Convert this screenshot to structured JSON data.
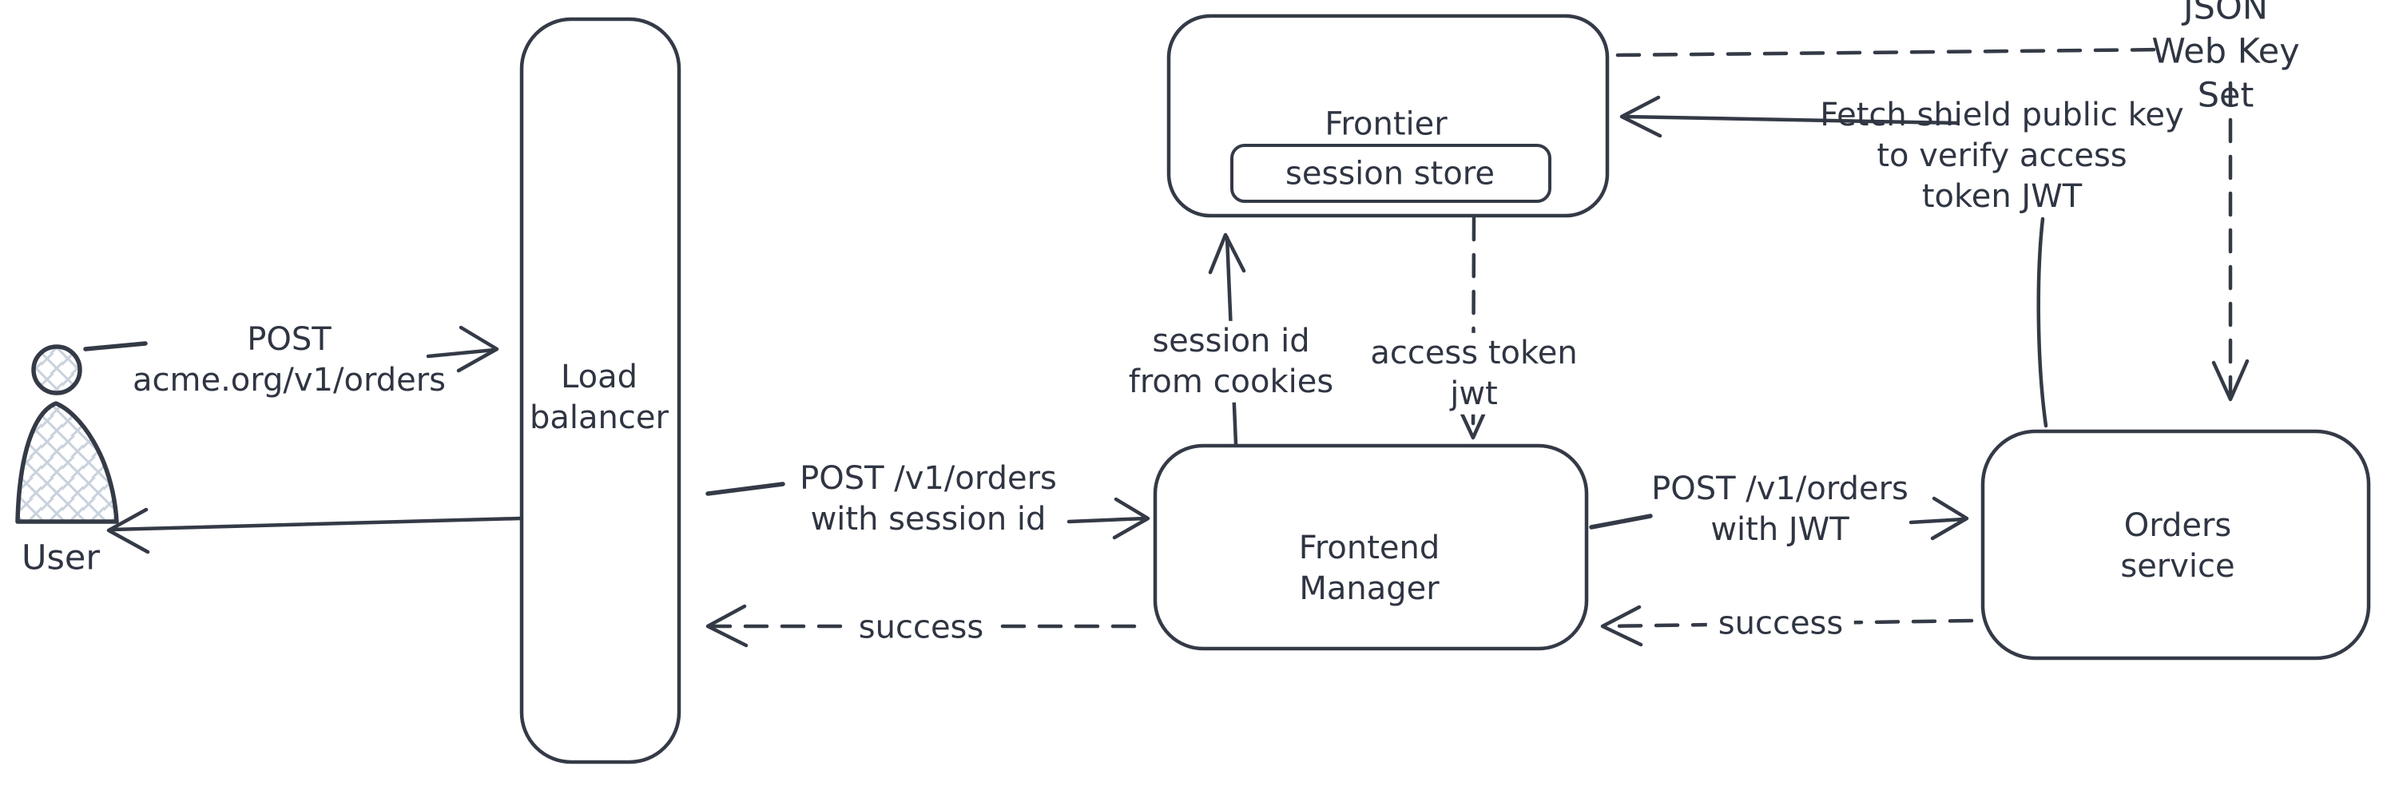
{
  "canvas": {
    "background": "#ffffff",
    "stroke_color": "#343a46",
    "text_color": "#2f3542",
    "hatch_color": "#c9d2dd"
  },
  "nodes": {
    "user": {
      "label": "User"
    },
    "load_balancer": {
      "label": "Load\nbalancer"
    },
    "frontier": {
      "label": "Frontier"
    },
    "session_store": {
      "label": "session store"
    },
    "frontend_manager": {
      "label": "Frontend\nManager"
    },
    "orders_service": {
      "label": "Orders service"
    },
    "json_web_key_set": {
      "label": "JSON Web Key Set"
    }
  },
  "edges": {
    "user_to_load_balancer": {
      "label": "POST\nacme.org/v1/orders",
      "style": "solid-arrow-right"
    },
    "load_balancer_to_user": {
      "style": "solid-arrow-left"
    },
    "load_balancer_to_frontend_manager": {
      "label": "POST /v1/orders\nwith session id",
      "style": "solid-arrow-right"
    },
    "frontend_manager_to_load_balancer": {
      "label": "success",
      "style": "dashed-arrow-left"
    },
    "frontend_manager_to_frontier": {
      "label": "session id\nfrom cookies",
      "style": "solid-arrow-up"
    },
    "frontier_to_frontend_manager": {
      "label": "access token\njwt",
      "style": "dashed-arrow-down"
    },
    "frontend_manager_to_orders_service": {
      "label": "POST /v1/orders\nwith JWT",
      "style": "solid-arrow-right"
    },
    "orders_service_to_frontend_manager": {
      "label": "success",
      "style": "dashed-arrow-left"
    },
    "frontier_to_json_web_key_set": {
      "style": "dashed-line"
    },
    "json_web_key_set_to_orders_service": {
      "style": "dashed-arrow-down"
    },
    "orders_service_to_frontier": {
      "label": "Fetch shield public key\nto verify access\ntoken JWT",
      "style": "solid-arrow-left"
    }
  }
}
